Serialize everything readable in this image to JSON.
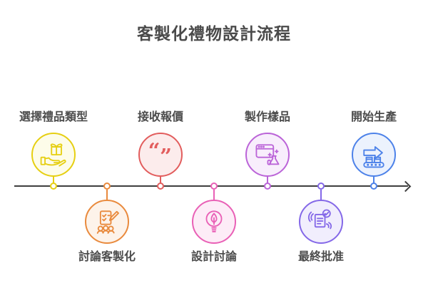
{
  "title": "客製化禮物設計流程",
  "colors": {
    "axis": "#3f3f3f",
    "title_text": "#4a4a4a",
    "label_text": "#4c4c4c",
    "background": "#ffffff"
  },
  "quote_icon": {
    "open": "“",
    "close": "”"
  },
  "steps": [
    {
      "label": "選擇禮品類型",
      "side": "above",
      "icon": "gift-in-hand-icon",
      "accent": "#e6cf12",
      "fill": "#fdfce9"
    },
    {
      "label": "討論客製化",
      "side": "below",
      "icon": "checklist-people-icon",
      "accent": "#e98a3d",
      "fill": "#fdf3ea"
    },
    {
      "label": "接收報價",
      "side": "above",
      "icon": "quotes-icon",
      "accent": "#e25d5d",
      "fill": "#fcecec"
    },
    {
      "label": "設計討論",
      "side": "below",
      "icon": "design-bulb-icon",
      "accent": "#e960b6",
      "fill": "#fdecf7"
    },
    {
      "label": "製作樣品",
      "side": "above",
      "icon": "browser-flask-icon",
      "accent": "#bb64d8",
      "fill": "#f8eefc"
    },
    {
      "label": "最終批准",
      "side": "below",
      "icon": "approval-document-icon",
      "accent": "#8468e8",
      "fill": "#f1eefd"
    },
    {
      "label": "開始生產",
      "side": "above",
      "icon": "conveyor-icon",
      "accent": "#4d82e9",
      "fill": "#ecf2fd"
    }
  ]
}
